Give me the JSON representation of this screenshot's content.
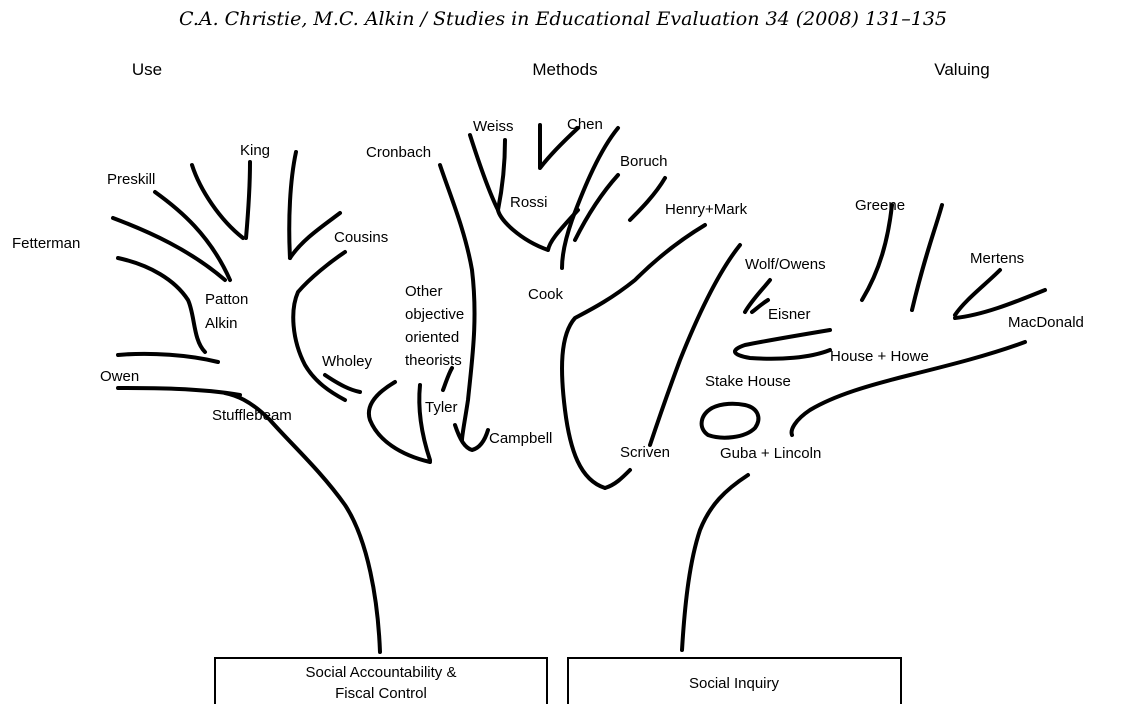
{
  "header": {
    "citation": "C.A. Christie, M.C. Alkin / Studies in Educational Evaluation 34 (2008) 131–135"
  },
  "categories": {
    "use": "Use",
    "methods": "Methods",
    "valuing": "Valuing"
  },
  "names": {
    "king": "King",
    "preskill": "Preskill",
    "fetterman": "Fetterman",
    "cousins": "Cousins",
    "patton": "Patton",
    "alkin": "Alkin",
    "owen": "Owen",
    "wholey": "Wholey",
    "stufflebeam": "Stufflebeam",
    "other1": "Other",
    "other2": "objective",
    "other3": "oriented",
    "other4": "theorists",
    "tyler": "Tyler",
    "campbell": "Campbell",
    "cronbach": "Cronbach",
    "weiss": "Weiss",
    "chen": "Chen",
    "rossi": "Rossi",
    "boruch": "Boruch",
    "henry_mark": "Henry+Mark",
    "cook": "Cook",
    "scriven": "Scriven",
    "greene": "Greene",
    "wolf_owens": "Wolf/Owens",
    "mertens": "Mertens",
    "eisner": "Eisner",
    "macdonald": "MacDonald",
    "house_howe": "House + Howe",
    "stake_house": "Stake House",
    "guba_lincoln": "Guba + Lincoln"
  },
  "roots": {
    "left": "Social Accountability &",
    "left_line2": "Fiscal Control",
    "right": "Social Inquiry"
  }
}
